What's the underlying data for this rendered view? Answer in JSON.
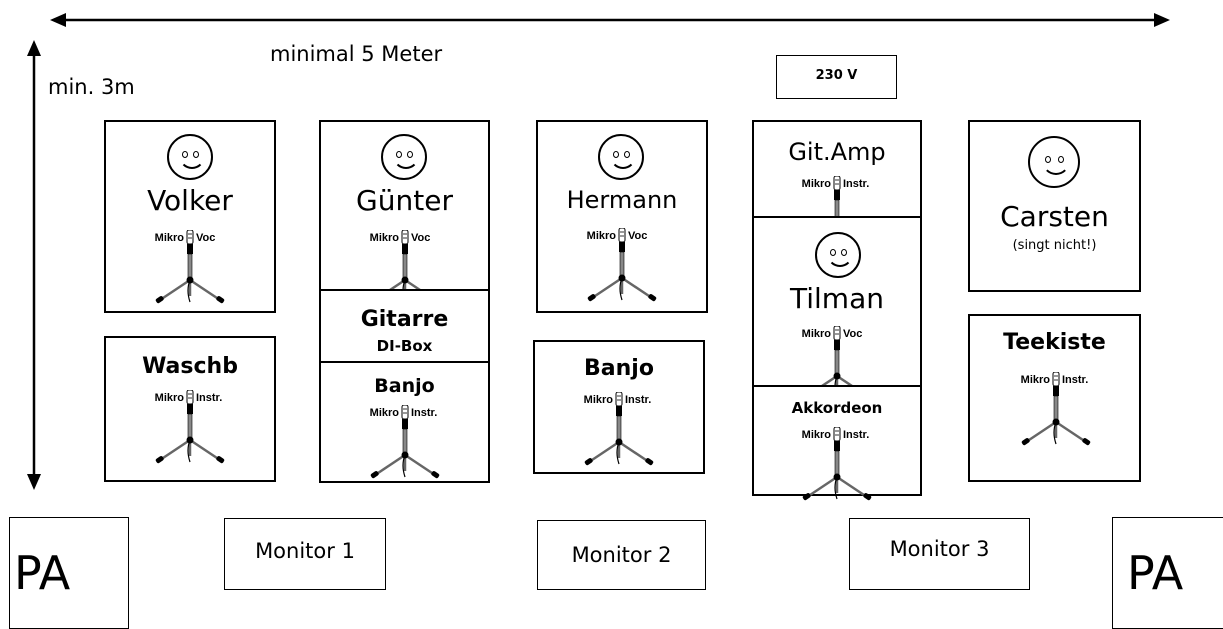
{
  "dimension_labels": {
    "width": "minimal 5 Meter",
    "depth": "min. 3m"
  },
  "power_label": "230 V",
  "performers": {
    "volker": "Volker",
    "guenter": "Günter",
    "hermann": "Hermann",
    "tilman": "Tilman",
    "carsten": "Carsten",
    "carsten_note": "(singt nicht!)"
  },
  "instruments": {
    "waschb": "Waschb",
    "gitarre": "Gitarre",
    "di_box": "DI-Box",
    "banjo_1": "Banjo",
    "banjo_2": "Banjo",
    "git_amp": "Git.Amp",
    "akkordeon": "Akkordeon",
    "teekiste": "Teekiste"
  },
  "mic_labels": {
    "mikro": "Mikro",
    "voc": "Voc",
    "instr": "Instr."
  },
  "monitors": [
    "Monitor 1",
    "Monitor 2",
    "Monitor 3"
  ],
  "pa_left": "PA",
  "pa_right": "PA"
}
